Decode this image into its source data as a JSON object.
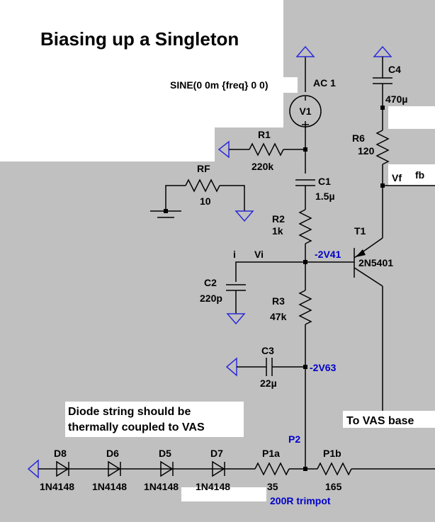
{
  "title": "Biasing up a Singleton",
  "source": {
    "value": "SINE(0 0m {freq} 0 0)",
    "name": "AC 1",
    "ref": "V1"
  },
  "components": {
    "R1": {
      "ref": "R1",
      "value": "220k"
    },
    "RF": {
      "ref": "RF",
      "value": "10"
    },
    "C1": {
      "ref": "C1",
      "value": "1.5µ"
    },
    "R2": {
      "ref": "R2",
      "value": "1k"
    },
    "C2": {
      "ref": "C2",
      "value": "220p"
    },
    "R3": {
      "ref": "R3",
      "value": "47k"
    },
    "C3": {
      "ref": "C3",
      "value": "22µ"
    },
    "C4": {
      "ref": "C4",
      "value": "470µ"
    },
    "R6": {
      "ref": "R6",
      "value": "120"
    },
    "T1": {
      "ref": "T1",
      "value": "2N5401"
    },
    "D8": {
      "ref": "D8",
      "value": "1N4148"
    },
    "D6": {
      "ref": "D6",
      "value": "1N4148"
    },
    "D5": {
      "ref": "D5",
      "value": "1N4148"
    },
    "D7": {
      "ref": "D7",
      "value": "1N4148"
    },
    "P1a": {
      "ref": "P1a",
      "value": "35"
    },
    "P1b": {
      "ref": "P1b",
      "value": "165"
    }
  },
  "nets": {
    "vf": "Vf",
    "fb": "fb",
    "vi": "Vi",
    "i": "i",
    "p2": "P2"
  },
  "voltages": {
    "v1": "-2V41",
    "v2": "-2V63"
  },
  "notes": {
    "diode_line1": "Diode string should be",
    "diode_line2": "thermally coupled to VAS",
    "vas": "To VAS base",
    "trimpot": "200R trimpot"
  }
}
